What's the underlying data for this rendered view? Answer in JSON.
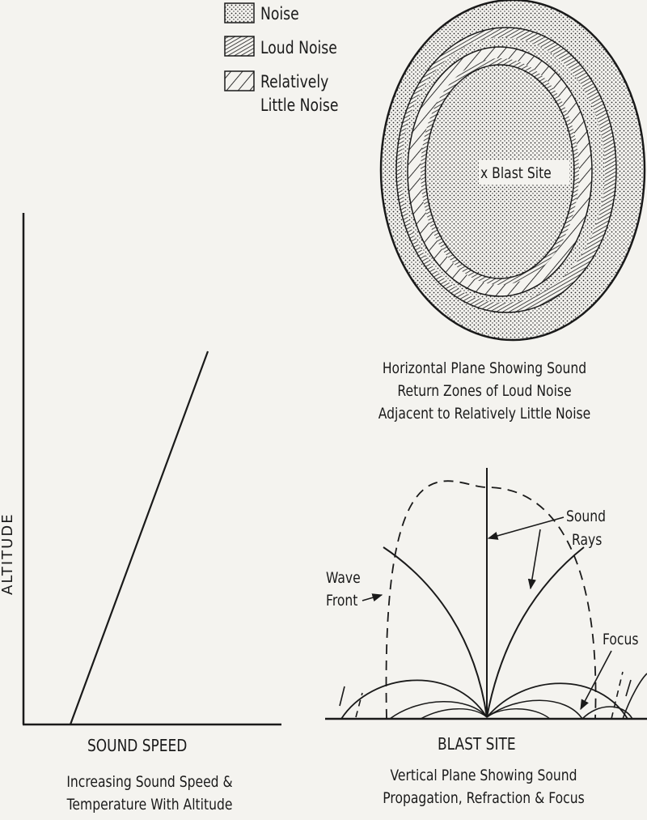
{
  "legend": {
    "items": [
      {
        "pattern": "dots",
        "label": "Noise"
      },
      {
        "pattern": "dense-hatch",
        "label": "Loud Noise"
      },
      {
        "pattern": "diagonal-hatch",
        "label": "Relatively",
        "label2": "Little Noise"
      }
    ]
  },
  "graph": {
    "y_axis_label": "ALTITUDE",
    "x_axis_label": "SOUND SPEED",
    "caption_line1": "Increasing Sound Speed &",
    "caption_line2": "Temperature With Altitude"
  },
  "horizontal_plane": {
    "site_label": "x  Blast Site",
    "caption_line1": "Horizontal Plane Showing Sound",
    "caption_line2": "Return Zones of Loud Noise",
    "caption_line3": "Adjacent to Relatively Little Noise"
  },
  "vertical_plane": {
    "sound_rays_label_1": "Sound",
    "sound_rays_label_2": "Rays",
    "wave_front_label_1": "Wave",
    "wave_front_label_2": "Front",
    "focus_label": "Focus",
    "site_label": "BLAST SITE",
    "caption_line1": "Vertical Plane Showing Sound",
    "caption_line2": "Propagation, Refraction & Focus"
  },
  "colors": {
    "ink": "#1a1a1a",
    "paper": "#f4f3ef"
  }
}
